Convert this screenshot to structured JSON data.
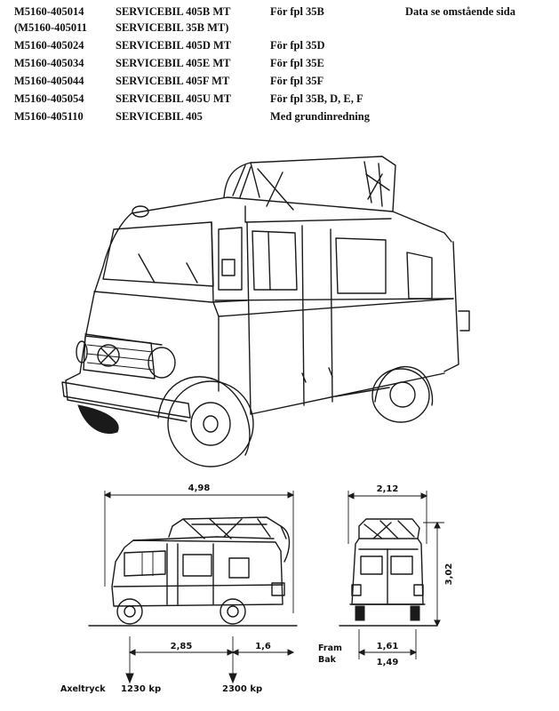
{
  "header_note": "Data se omstående sida",
  "models": [
    {
      "code": "M5160-405014",
      "name": "SERVICEBIL 405B MT",
      "use": "För fpl 35B"
    },
    {
      "code": "(M5160-405011",
      "name": "SERVICEBIL 35B MT)",
      "use": ""
    },
    {
      "code": "M5160-405024",
      "name": "SERVICEBIL 405D MT",
      "use": "För fpl 35D"
    },
    {
      "code": "M5160-405034",
      "name": "SERVICEBIL 405E MT",
      "use": "För fpl 35E"
    },
    {
      "code": "M5160-405044",
      "name": "SERVICEBIL 405F MT",
      "use": "För fpl 35F"
    },
    {
      "code": "M5160-405054",
      "name": "SERVICEBIL 405U MT",
      "use": "För fpl 35B, D, E, F"
    },
    {
      "code": "M5160-405110",
      "name": "SERVICEBIL 405",
      "use": "Med grundinredning"
    }
  ],
  "dimensions": {
    "length": "4,98",
    "width": "2,12",
    "height": "3,02",
    "wheelbase": "2,85",
    "rear_overhang": "1,6",
    "track_front": "1,61",
    "track_rear": "1,49",
    "front_label": "Fram",
    "rear_label": "Bak"
  },
  "axle_load": {
    "label": "Axeltryck",
    "front": "1230 kp",
    "rear": "2300 kp"
  }
}
